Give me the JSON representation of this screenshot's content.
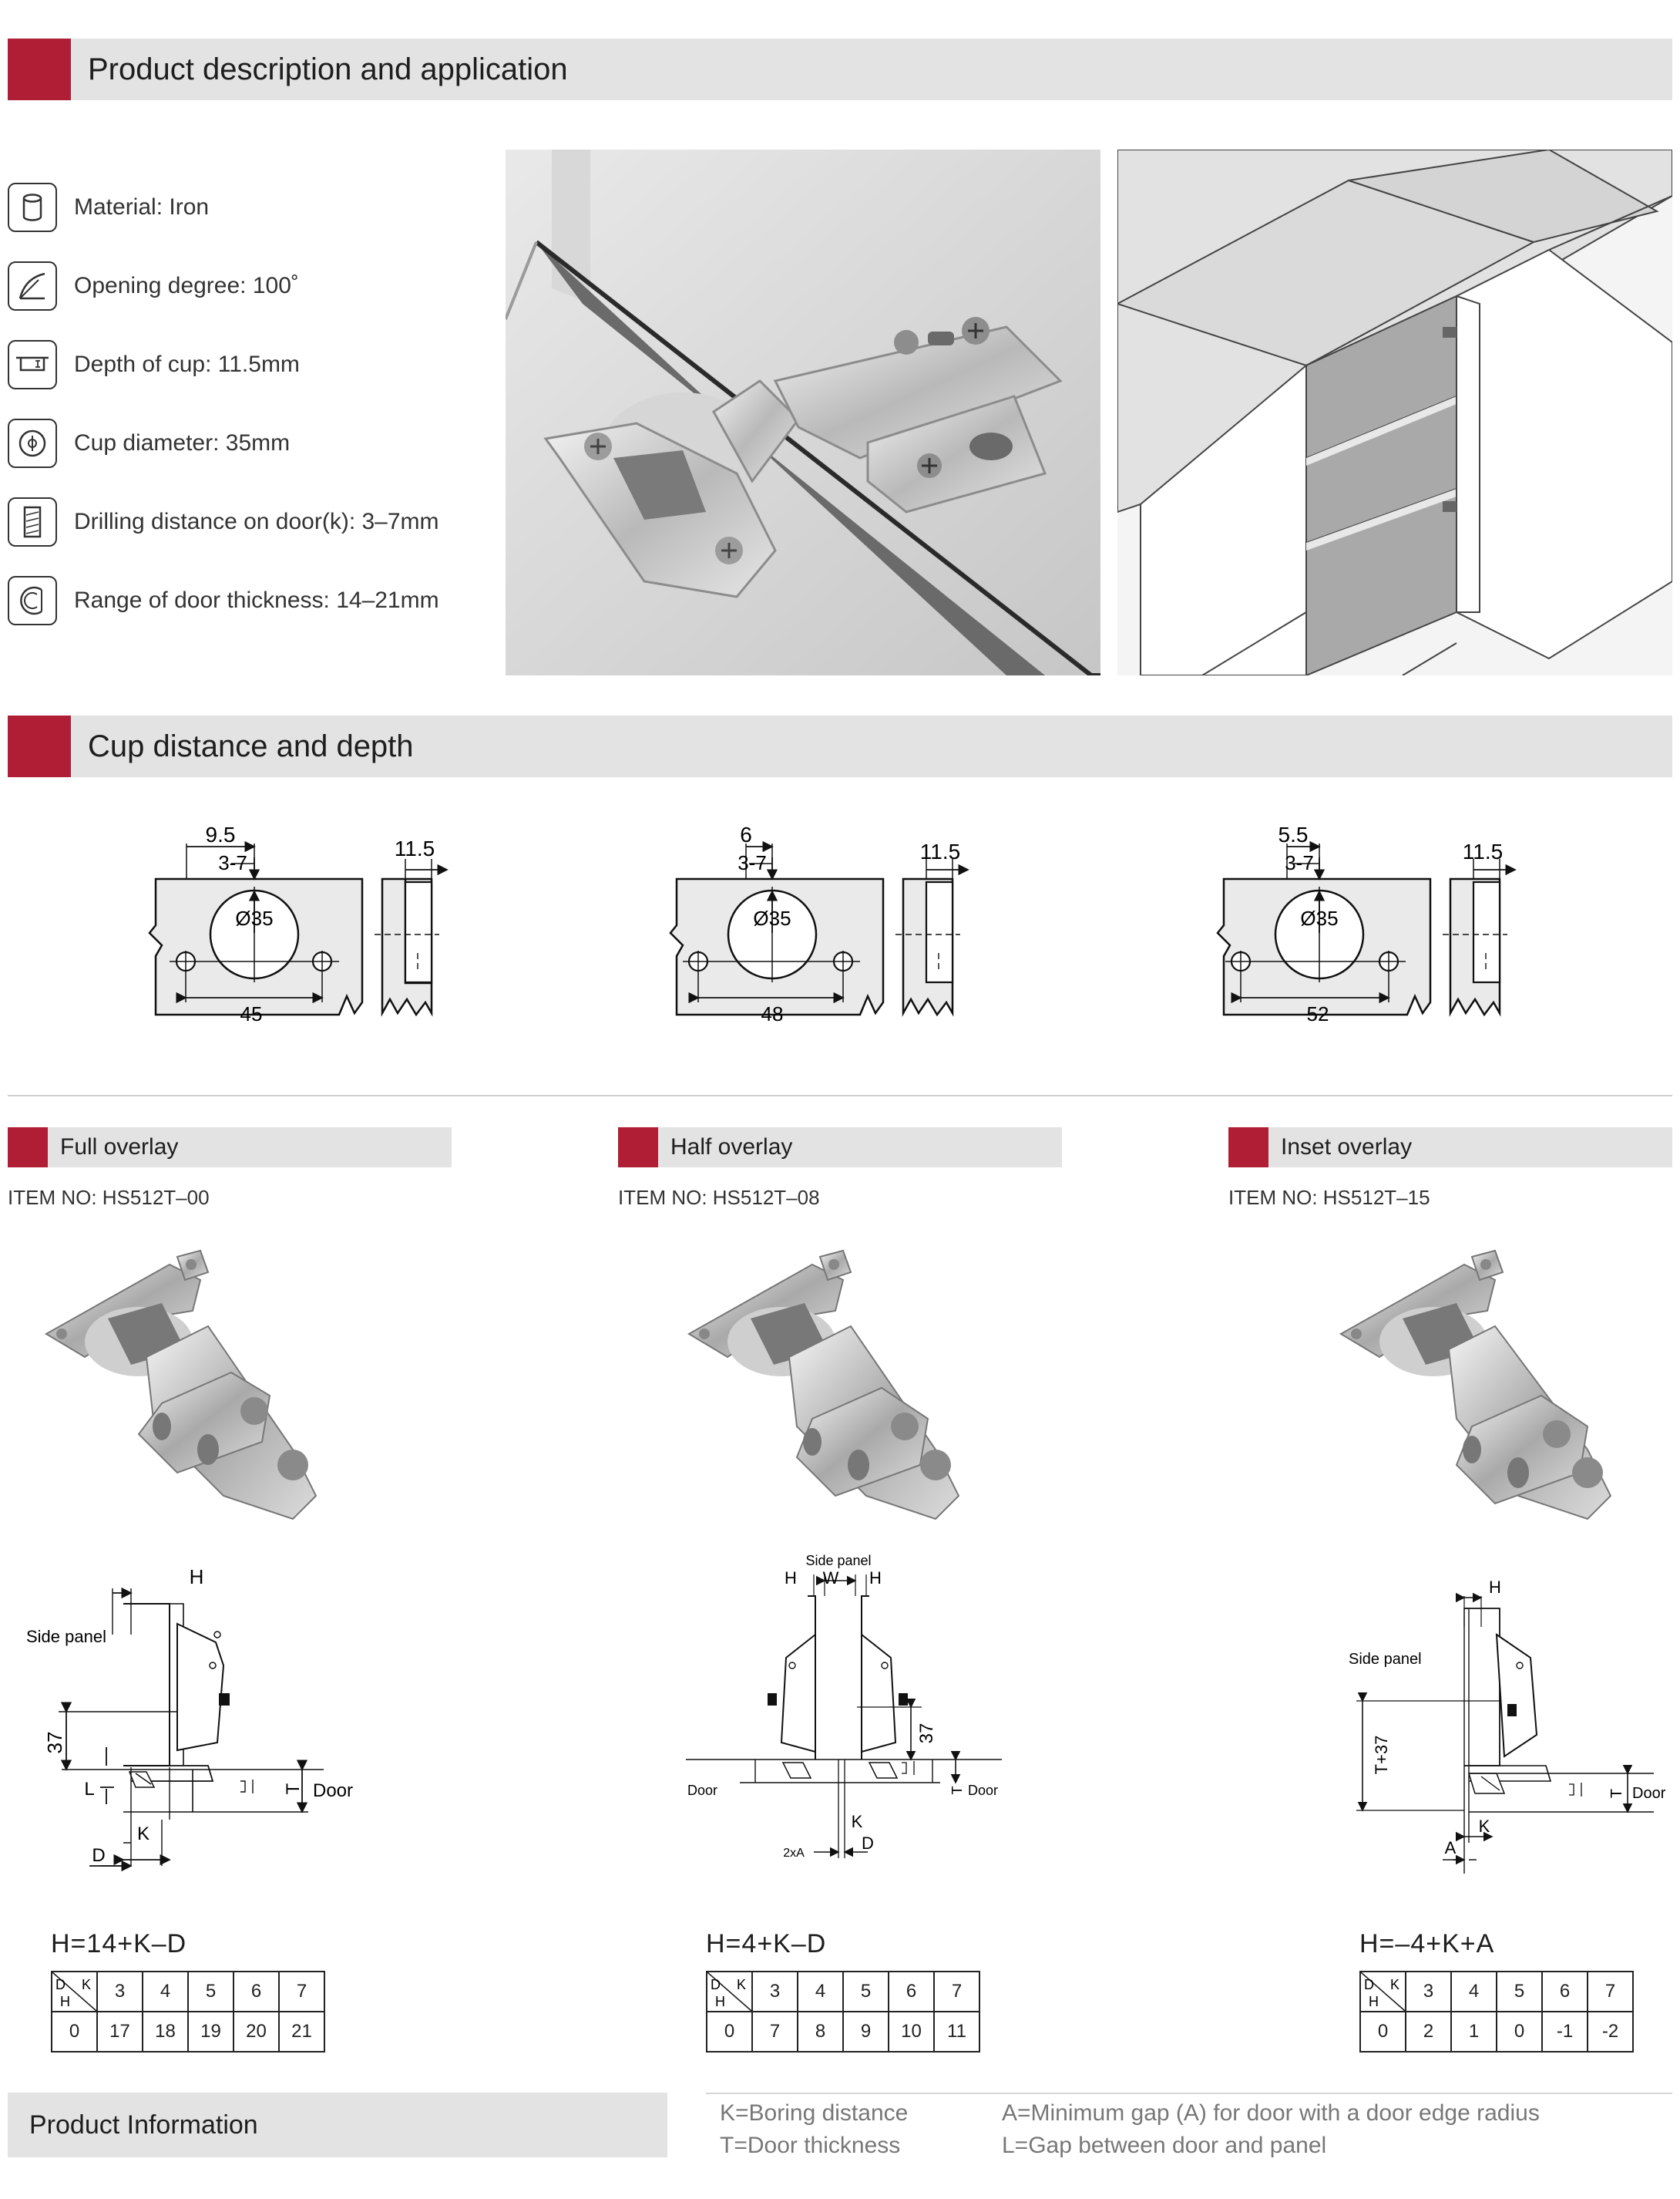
{
  "sections": {
    "product": {
      "title": "Product description and application"
    },
    "cup": {
      "title": "Cup distance and depth"
    },
    "info": {
      "title": "Product Information"
    }
  },
  "specs": [
    {
      "icon": "material-icon",
      "label": "Material: Iron"
    },
    {
      "icon": "opening-angle-icon",
      "label": "Opening degree: 100˚"
    },
    {
      "icon": "cup-depth-icon",
      "label": "Depth of cup: 11.5mm"
    },
    {
      "icon": "cup-diameter-icon",
      "label": "Cup diameter: 35mm"
    },
    {
      "icon": "drilling-distance-icon",
      "label": "Drilling distance on door(k): 3–7mm"
    },
    {
      "icon": "door-thickness-icon",
      "label": "Range of door thickness: 14–21mm"
    }
  ],
  "cup_diagrams": [
    {
      "top": "9.5",
      "range": "3-7",
      "diameter": "Ø35",
      "spacing": "45",
      "depth": "11.5"
    },
    {
      "top": "6",
      "range": "3-7",
      "diameter": "Ø35",
      "spacing": "48",
      "depth": "11.5"
    },
    {
      "top": "5.5",
      "range": "3-7",
      "diameter": "Ø35",
      "spacing": "52",
      "depth": "11.5"
    }
  ],
  "overlays": [
    {
      "title": "Full overlay",
      "item_no": "ITEM NO: HS512T–00",
      "labels": {
        "h": "H",
        "side_panel": "Side panel",
        "dim": "37",
        "l": "L",
        "t": "T",
        "door": "Door",
        "k": "K",
        "d": "D"
      },
      "formula": "H=14+K–D",
      "table": {
        "d": "D",
        "k": "K",
        "h": "H",
        "k_values": [
          "3",
          "4",
          "5",
          "6",
          "7"
        ],
        "d_value": "0",
        "h_values": [
          "17",
          "18",
          "19",
          "20",
          "21"
        ]
      }
    },
    {
      "title": "Half overlay",
      "item_no": "ITEM NO: HS512T–08",
      "labels": {
        "side_panel": "Side panel",
        "h1": "H",
        "w": "W",
        "h2": "H",
        "dim": "37",
        "door_left": "Door",
        "t": "T",
        "door_right": "Door",
        "k": "K",
        "a": "2xA",
        "d": "D"
      },
      "formula": "H=4+K–D",
      "table": {
        "d": "D",
        "k": "K",
        "h": "H",
        "k_values": [
          "3",
          "4",
          "5",
          "6",
          "7"
        ],
        "d_value": "0",
        "h_values": [
          "7",
          "8",
          "9",
          "10",
          "11"
        ]
      }
    },
    {
      "title": "Inset overlay",
      "item_no": "ITEM NO: HS512T–15",
      "labels": {
        "h": "H",
        "side_panel": "Side panel",
        "dim": "T+37",
        "t": "T",
        "door": "Door",
        "k": "K",
        "a": "A"
      },
      "formula": "H=–4+K+A",
      "table": {
        "d": "D",
        "k": "K",
        "h": "H",
        "k_values": [
          "3",
          "4",
          "5",
          "6",
          "7"
        ],
        "d_value": "0",
        "h_values": [
          "2",
          "1",
          "0",
          "-1",
          "-2"
        ]
      }
    }
  ],
  "legend": {
    "k": "K=Boring distance",
    "t": "T=Door thickness",
    "a": "A=Minimum gap (A) for door with a door edge radius",
    "l": "L=Gap between door and panel"
  },
  "colors": {
    "accent": "#b01e35",
    "bar": "#e3e3e3"
  }
}
